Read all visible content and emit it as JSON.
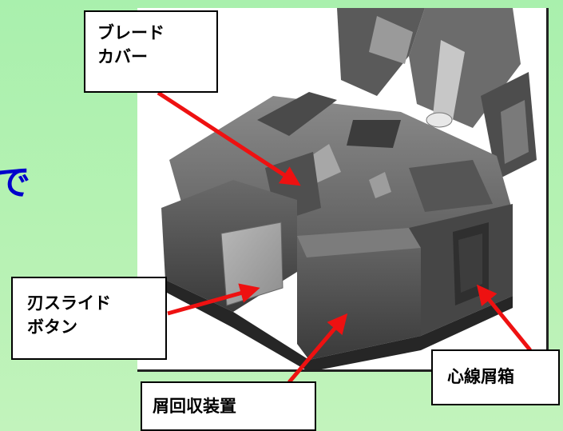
{
  "slide": {
    "partial_text": "で"
  },
  "labels": {
    "blade_cover": {
      "line1": "ブレード",
      "line2": "カバー"
    },
    "blade_slide_button": {
      "line1": "刃スライド",
      "line2": "ボタン"
    },
    "waste_collector": {
      "text": "屑回収装置"
    },
    "fiber_waste_box": {
      "text": "心線屑箱"
    }
  },
  "colors": {
    "arrow": "#ee1111",
    "background": "#b2f1b3",
    "accent_text": "#0000cc"
  }
}
